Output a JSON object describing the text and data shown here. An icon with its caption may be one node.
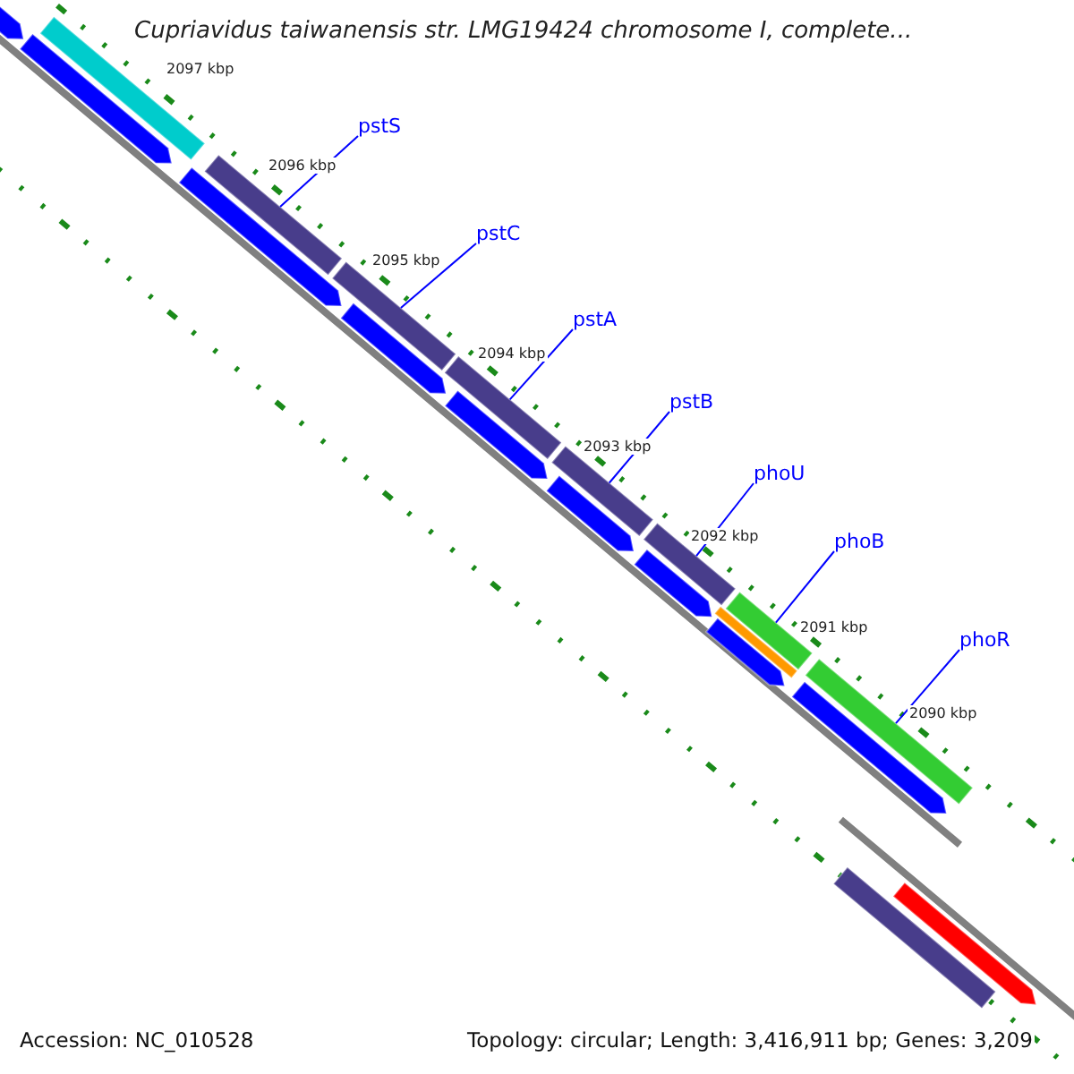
{
  "diagram": {
    "title": "Cupriavidus taiwanensis str. LMG19424 chromosome I, complete...",
    "nodes": [
      {
        "text": [
          "pstS"
        ]
      },
      {
        "text": [
          "pstC"
        ]
      },
      {
        "text": [
          "pstA"
        ]
      },
      {
        "text": [
          "pstB"
        ]
      },
      {
        "text": [
          "phoU"
        ]
      },
      {
        "text": [
          "phoB"
        ]
      },
      {
        "text": [
          "phoR"
        ]
      },
      {
        "text": [],
        "shape": "bar"
      },
      {
        "text": [],
        "shape": "bar"
      },
      {
        "text": [],
        "shape": "bar"
      },
      {
        "text": [],
        "shape": "bar"
      },
      {
        "text": [],
        "shape": "bar"
      },
      {
        "text": [],
        "shape": "bar"
      },
      {
        "text": [],
        "shape": "bar"
      },
      {
        "text": [],
        "shape": "bar"
      },
      {
        "text": [],
        "shape": "bar"
      },
      {
        "text": [],
        "shape": "bar"
      },
      {
        "text": [],
        "shape": "bar"
      },
      {
        "text": [],
        "shape": "bar"
      },
      {
        "text": [],
        "shape": "bar"
      },
      {
        "text": [],
        "shape": "bar"
      },
      {
        "text": [],
        "shape": "bar"
      },
      {
        "text": [],
        "shape": "bar"
      },
      {
        "text": [],
        "shape": "bar"
      },
      {
        "text": [],
        "shape": "bar"
      },
      {
        "text": [],
        "shape": "bar"
      },
      {
        "text": [],
        "shape": "bar"
      }
    ],
    "edges": [
      {
        "from": 0,
        "to": 7,
        "arrow": "none"
      },
      {
        "from": 1,
        "to": 8,
        "arrow": "none"
      },
      {
        "from": 2,
        "to": 9,
        "arrow": "none"
      },
      {
        "from": 3,
        "to": 10,
        "arrow": "none"
      },
      {
        "from": 4,
        "to": 11,
        "arrow": "none"
      },
      {
        "from": 5,
        "to": 12,
        "arrow": "none"
      },
      {
        "from": 6,
        "to": 13,
        "arrow": "none"
      }
    ],
    "labels": [
      "2097 kbp",
      "2096 kbp",
      "2095 kbp",
      "2094 kbp",
      "2093 kbp",
      "2092 kbp",
      "2091 kbp",
      "2090 kbp",
      "Accession: NC_010528",
      "Topology: circular; Length: 3,416,911 bp; Genes: 3,209"
    ]
  }
}
